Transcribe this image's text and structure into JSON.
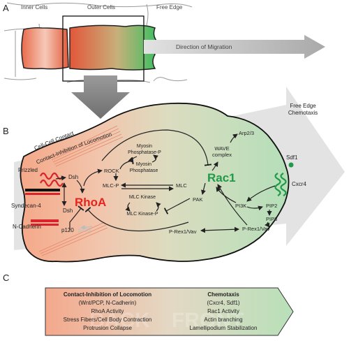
{
  "panel_a": {
    "letter": "A",
    "labels": {
      "inner_cells": "Inner Cells",
      "outer_cells": "Outer Cells",
      "free_edge": "Free Edge"
    },
    "migration_arrow": "Direction of Migration"
  },
  "panel_b": {
    "letter": "B",
    "contact_label": [
      "Cell-Cell Contact",
      "Contact-Inhibition of Locomotion"
    ],
    "chemotaxis_label": [
      "Free Edge",
      "Chemotaxis"
    ],
    "receptors": {
      "frizzled": "Frizzled",
      "syndecan": "Syndecan-4",
      "ncadherin": "N-Cadherin",
      "cxcr4": "Cxcr4",
      "sdf1": "Sdf1"
    },
    "nodes": {
      "dsh_top": "Dsh",
      "dsh_bottom": "Dsh",
      "rhoa": "RhoA",
      "rock": "ROCK",
      "p120": "p120",
      "p120_faded": "p120",
      "myosin_phosphatase_p": [
        "Myosin",
        "Phosphatase-P"
      ],
      "myosin_phosphatase": [
        "Myosin",
        "Phosphatase"
      ],
      "mlc_p": "MLC-P",
      "mlc": "MLC",
      "mlc_kinase": "MLC Kinase",
      "mlc_kinase_p": "MLC Kinase-P",
      "rac1": "Rac1",
      "pak": "PAK",
      "wave": [
        "WAVE",
        "complex"
      ],
      "arp": "Arp2/3",
      "pi3k": "PI3K",
      "pip2": "PIP2",
      "pip3": "PIP3",
      "prex_left": "P-Rex1/Vav",
      "prex_right": "P-Rex1/Vav"
    },
    "colors": {
      "rhoa": "#e8231f",
      "rac1": "#1f9a48",
      "receptor_red": "#d9232d",
      "receptor_green": "#1f9a48"
    }
  },
  "panel_c": {
    "letter": "C",
    "left_title": "Contact-Inhibition of Locomotion",
    "left_items": [
      "(Wnt/PCP, N-Cadherin)",
      "RhoA Activity",
      "Stress Fibers/Cell Body Contraction",
      "Protrusion Collapse"
    ],
    "right_title": "Chemotaxis",
    "right_items": [
      "(Cxcr4, Sdf1)",
      "Rac1 Activity",
      "Actin branching",
      "Lamellipodium Stabilization"
    ],
    "watermark_back": "BACK",
    "watermark_front": "FRONT"
  }
}
